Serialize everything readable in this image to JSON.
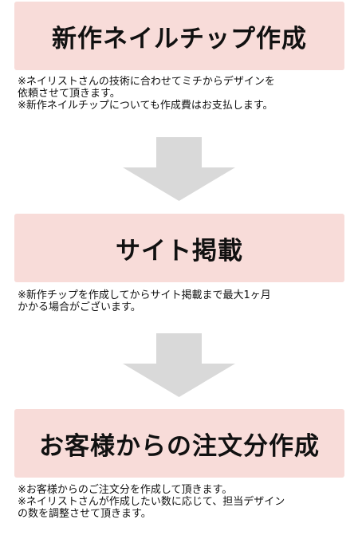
{
  "steps": [
    {
      "title": "新作ネイルチップ作成",
      "notes": [
        "※ネイリストさんの技術に合わせてミチからデザインを",
        "依頼させて頂きます。",
        "※新作ネイルチップについても作成費はお支払します。"
      ]
    },
    {
      "title": "サイト掲載",
      "notes": [
        "※新作チップを作成してからサイト掲載まで最大1ヶ月",
        "かかる場合がございます。"
      ]
    },
    {
      "title": "お客様からの注文分作成",
      "notes": [
        "※お客様からのご注文分を作成して頂きます。",
        "※ネイリストさんが作成したい数に応じて、担当デザイン",
        "の数を調整させて頂きます。"
      ]
    }
  ],
  "colors": {
    "box_background": "#f8dcd9",
    "arrow": "#d9d9d9",
    "text": "#111111"
  },
  "icons": {
    "flow_arrow": "arrow-down-icon"
  }
}
